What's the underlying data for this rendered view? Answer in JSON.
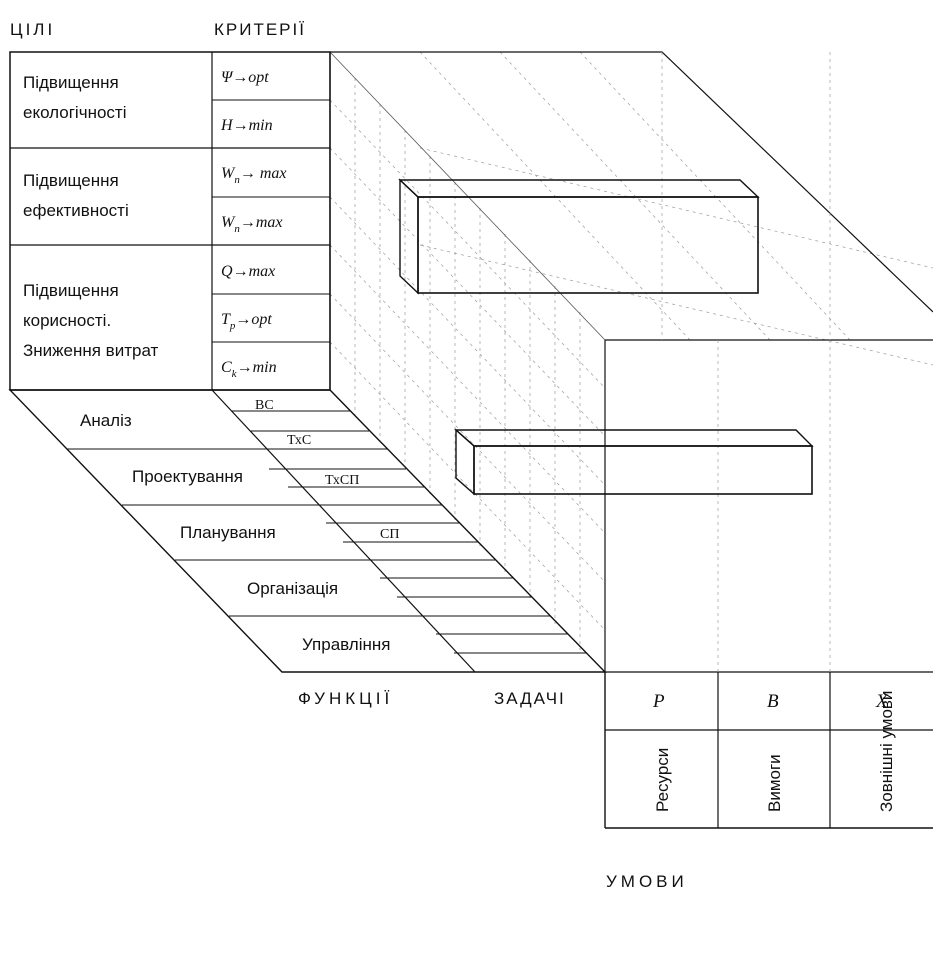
{
  "headers": {
    "goals": "ЦІЛІ",
    "criteria": "КРИТЕРІЇ",
    "functions": "ФУНКЦІЇ",
    "tasks": "ЗАДАЧІ",
    "conditions": "УМОВИ"
  },
  "goals": [
    {
      "line1": "Підвищення",
      "line2": "екологічності"
    },
    {
      "line1": "Підвищення",
      "line2": "ефективності"
    },
    {
      "line1": "Підвищення",
      "line2": "корисності.",
      "line3": "Зниження витрат"
    }
  ],
  "criteria": [
    {
      "sym": "Ψ",
      "sub": "",
      "rel": "→opt"
    },
    {
      "sym": "H",
      "sub": "",
      "rel": "→min"
    },
    {
      "sym": "W",
      "sub": "n",
      "rel": "→ max"
    },
    {
      "sym": "W",
      "sub": "n",
      "rel": "→max"
    },
    {
      "sym": "Q",
      "sub": "",
      "rel": "→max"
    },
    {
      "sym": "T",
      "sub": "p",
      "rel": "→opt"
    },
    {
      "sym": "C",
      "sub": "k",
      "rel": "→min"
    }
  ],
  "functions": [
    "Аналіз",
    "Проектування",
    "Планування",
    "Організація",
    "Управління"
  ],
  "tasks": [
    "ВС",
    "ТхС",
    "ТхСП",
    "СП"
  ],
  "conditions": [
    {
      "symbol": "P",
      "label": "Ресурси"
    },
    {
      "symbol": "B",
      "label": "Вимоги"
    },
    {
      "symbol": "X",
      "label": "Зовнішні умови"
    }
  ]
}
